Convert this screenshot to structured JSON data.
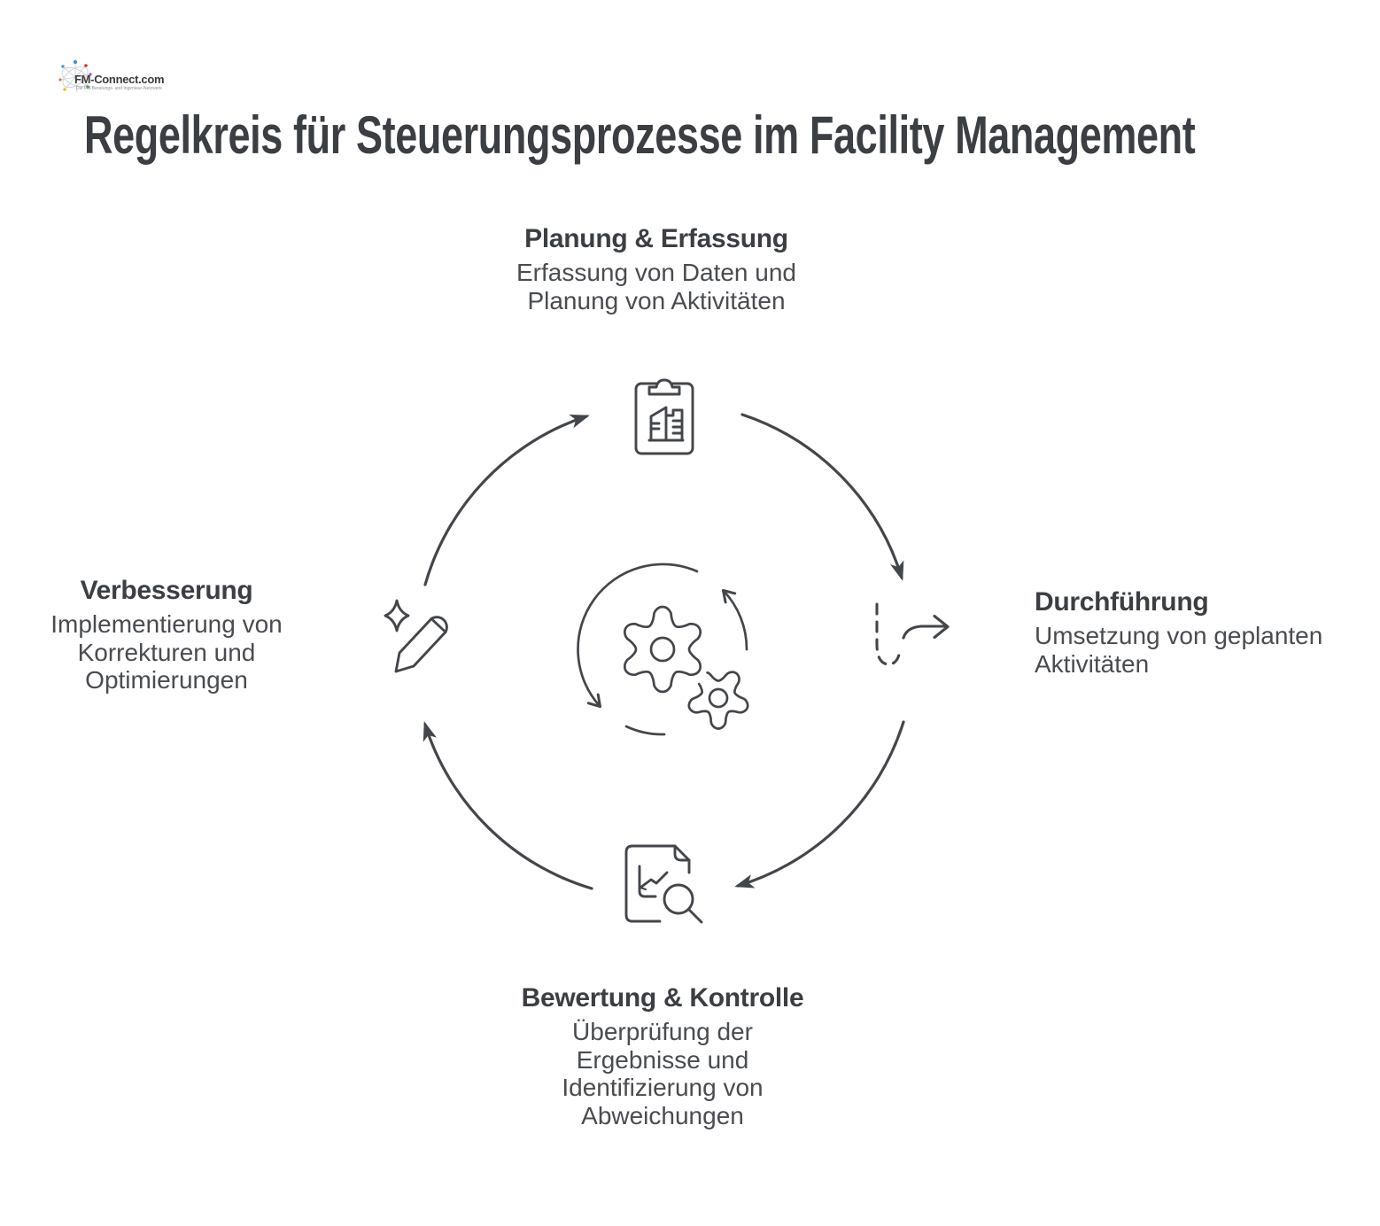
{
  "page": {
    "background": "#ffffff"
  },
  "logo": {
    "brand": "FM-Connect.com",
    "tagline": "Die FM-Beratungs- und Ingenieur-Netzwerk",
    "mark": "molecule-starburst-icon"
  },
  "title": {
    "text": "Regelkreis für Steuerungsprozesse im Facility Management",
    "color": "#3b3e42"
  },
  "diagram": {
    "type": "cycle",
    "flow": "clockwise",
    "stroke_color": "#43464a",
    "center_icon": "gears-cycle-icon",
    "arrow_icons": [
      "cycle-arc-arrow-top-left",
      "cycle-arc-arrow-top-right",
      "cycle-arc-arrow-bottom-right",
      "cycle-arc-arrow-bottom-left"
    ],
    "stages": [
      {
        "position": "top",
        "icon": "clipboard-building-icon",
        "title": "Planung & Erfassung",
        "description": "Erfassung von Daten und\nPlanung von Aktivitäten"
      },
      {
        "position": "right",
        "icon": "dashed-path-arrow-icon",
        "title": "Durchführung",
        "description": "Umsetzung von geplanten\nAktivitäten"
      },
      {
        "position": "bottom",
        "icon": "document-chart-magnifier-icon",
        "title": "Bewertung & Kontrolle",
        "description": "Überprüfung der\nErgebnisse und\nIdentifizierung von\nAbweichungen"
      },
      {
        "position": "left",
        "icon": "pencil-sparkle-icon",
        "title": "Verbesserung",
        "description": "Implementierung von\nKorrekturen und\nOptimierungen"
      }
    ]
  }
}
